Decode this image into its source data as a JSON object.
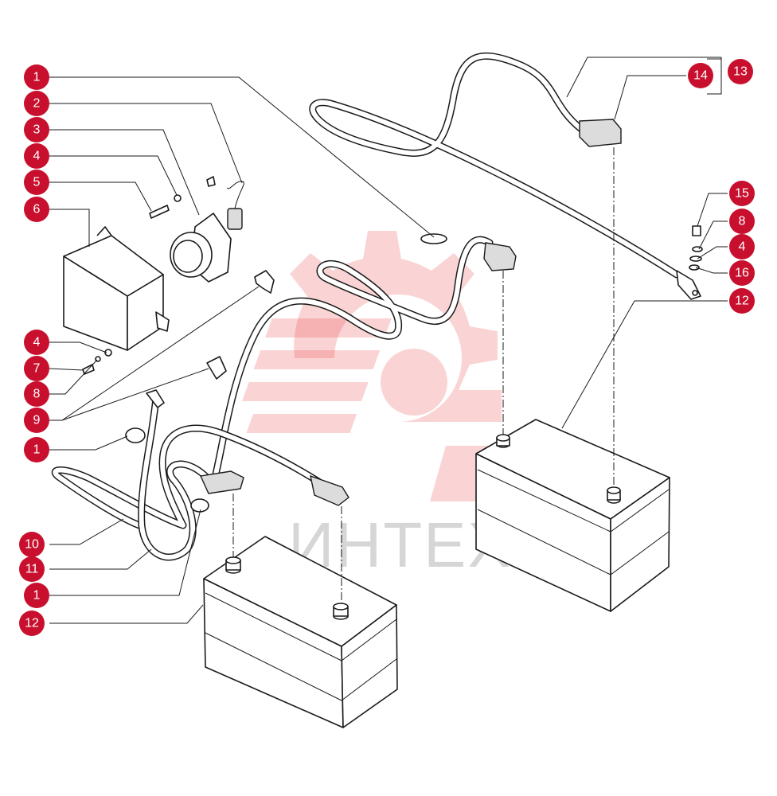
{
  "watermark": {
    "text": "ИНТЕХ",
    "color": "#e83a3a"
  },
  "callout_color": "#c8102e",
  "callouts": [
    {
      "id": "c-1-top",
      "label": "1"
    },
    {
      "id": "c-2",
      "label": "2"
    },
    {
      "id": "c-3",
      "label": "3"
    },
    {
      "id": "c-4-upper",
      "label": "4"
    },
    {
      "id": "c-5",
      "label": "5"
    },
    {
      "id": "c-6",
      "label": "6"
    },
    {
      "id": "c-4-lower",
      "label": "4"
    },
    {
      "id": "c-7",
      "label": "7"
    },
    {
      "id": "c-8-left",
      "label": "8"
    },
    {
      "id": "c-9",
      "label": "9"
    },
    {
      "id": "c-1-mid",
      "label": "1"
    },
    {
      "id": "c-10",
      "label": "10"
    },
    {
      "id": "c-11",
      "label": "11"
    },
    {
      "id": "c-1-low",
      "label": "1"
    },
    {
      "id": "c-12-left",
      "label": "12"
    },
    {
      "id": "c-14",
      "label": "14"
    },
    {
      "id": "c-13",
      "label": "13"
    },
    {
      "id": "c-15",
      "label": "15"
    },
    {
      "id": "c-8-right",
      "label": "8"
    },
    {
      "id": "c-4-right",
      "label": "4"
    },
    {
      "id": "c-16",
      "label": "16"
    },
    {
      "id": "c-12-right",
      "label": "12"
    }
  ]
}
